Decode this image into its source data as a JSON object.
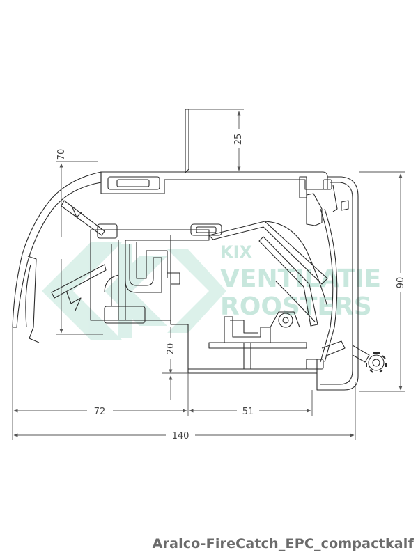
{
  "dimensions": {
    "top_height": "25",
    "left_height": "70",
    "right_height": "90",
    "bottom_small": "20",
    "bottom_left": "72",
    "bottom_right": "51",
    "overall_width": "140"
  },
  "watermark": {
    "line1": "KIX",
    "line2": "VENTILATIE",
    "line3": "ROOSTERS"
  },
  "caption": "Aralco-FireCatch_EPC_compactkalf",
  "colors": {
    "profile_stroke": "#2a2a2a",
    "dimension_stroke": "#555555",
    "watermark": "#bfe3d8"
  }
}
